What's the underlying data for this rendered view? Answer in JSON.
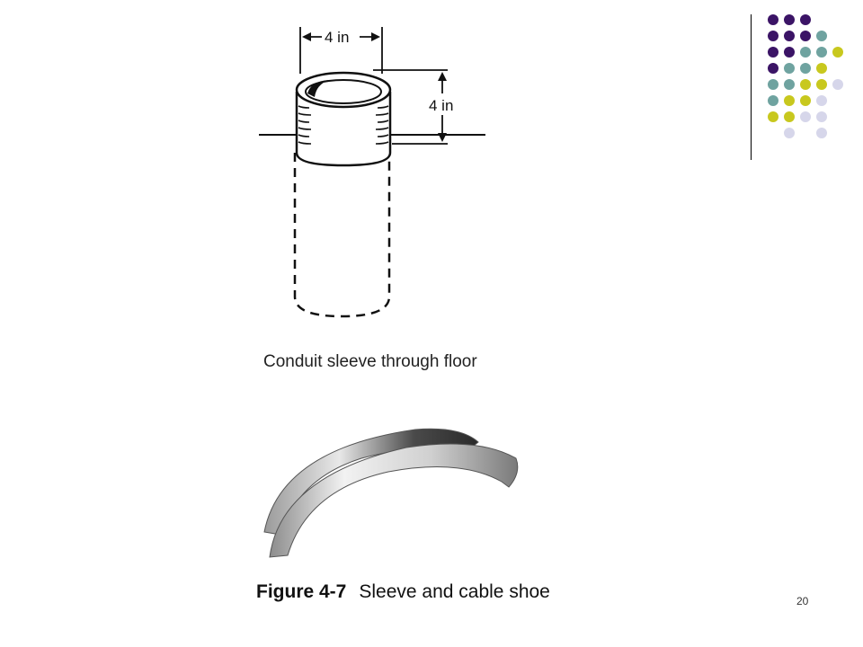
{
  "slide": {
    "page_number": "20",
    "accent_colors": {
      "purple": "#3b1466",
      "teal": "#6fa3a0",
      "yellow": "#c8c81e",
      "lavender": "#d6d6ea"
    },
    "dot_pattern_rows": [
      [
        "purple",
        "purple",
        "purple",
        "",
        ""
      ],
      [
        "purple",
        "purple",
        "purple",
        "teal",
        ""
      ],
      [
        "purple",
        "purple",
        "teal",
        "teal",
        "yellow"
      ],
      [
        "purple",
        "teal",
        "teal",
        "yellow",
        ""
      ],
      [
        "teal",
        "teal",
        "yellow",
        "yellow",
        "lavender"
      ],
      [
        "teal",
        "yellow",
        "yellow",
        "lavender",
        ""
      ],
      [
        "yellow",
        "yellow",
        "lavender",
        "lavender",
        ""
      ],
      [
        "",
        "lavender",
        "",
        "lavender",
        ""
      ]
    ]
  },
  "figure_top": {
    "width_label": "4 in",
    "height_label": "4 in",
    "caption": "Conduit sleeve through floor"
  },
  "figure_bottom": {
    "figure_label": "Figure 4-7",
    "caption": "Sleeve and cable shoe"
  }
}
